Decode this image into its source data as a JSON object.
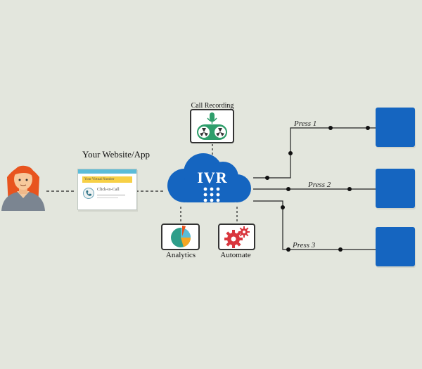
{
  "site": {
    "title": "Your Website/App",
    "virtual_number": "Your Virtual Number",
    "click_to_call": "Click-to-Call"
  },
  "ivr": {
    "label": "IVR"
  },
  "features": {
    "call_recording": "Call Recording",
    "analytics": "Analytics",
    "automate": "Automate"
  },
  "options": [
    {
      "label": "Press 1"
    },
    {
      "label": "Press 2"
    },
    {
      "label": "Press 3"
    }
  ],
  "colors": {
    "background": "#e3e6dd",
    "cloud": "#1565c0",
    "destination": "#1565c0",
    "site_accent": "#5bbcd8",
    "site_banner": "#f7d046",
    "recording_green": "#2e9e6b",
    "gear_red": "#d9363e",
    "hair": "#e8541e"
  },
  "icons": [
    "person-avatar-icon",
    "website-icon",
    "cloud-icon",
    "microphone-icon",
    "pie-chart-icon",
    "gears-icon"
  ]
}
